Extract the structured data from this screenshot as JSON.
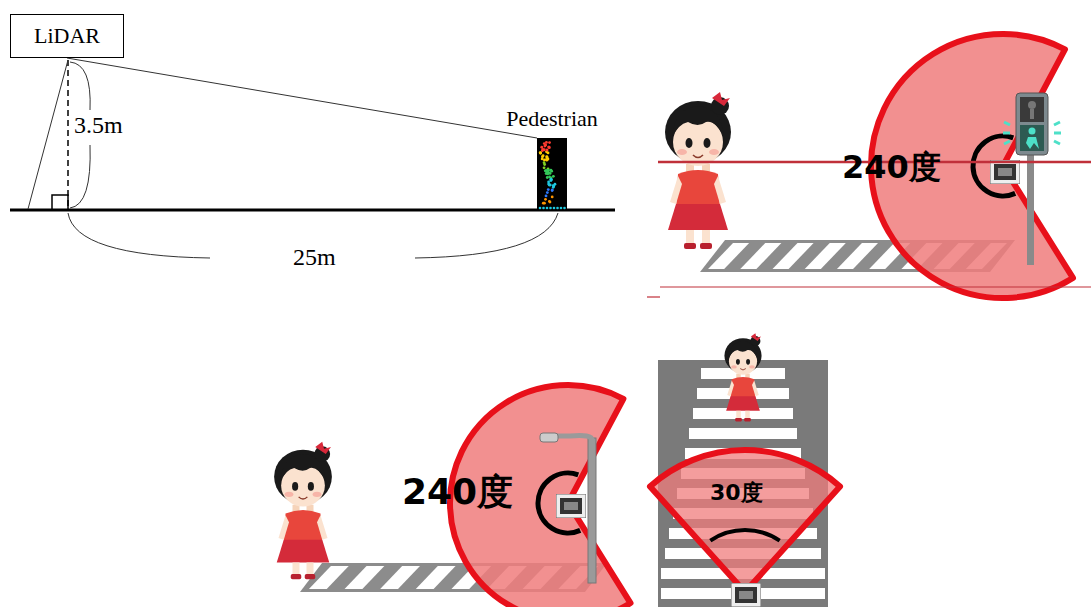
{
  "diagram": {
    "nodes": [
      {
        "text": [
          "LiDAR"
        ]
      },
      {
        "text": [
          "Pedestrian"
        ]
      }
    ],
    "edges": [
      {
        "from": 0,
        "to": 1,
        "arrow": "none"
      }
    ],
    "labels": [
      "3.5m",
      "25m",
      "240度",
      "240度",
      "30度"
    ]
  }
}
